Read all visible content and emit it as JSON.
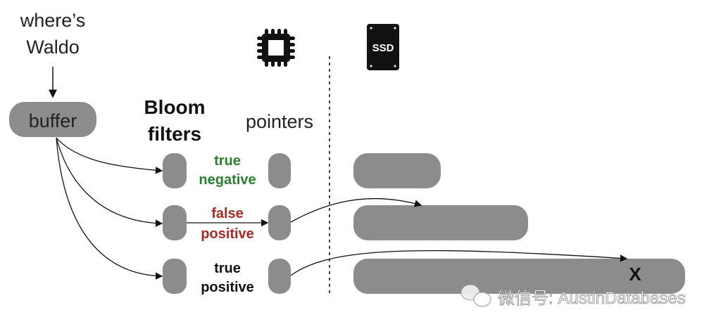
{
  "query": {
    "line1": "where’s",
    "line2": "Waldo"
  },
  "buffer_label": "buffer",
  "bloom_header": {
    "line1": "Bloom",
    "line2": "filters"
  },
  "pointers_header": "pointers",
  "ssd_icon_label": "SSD",
  "rows": [
    {
      "line1": "true",
      "line2": "negative",
      "color": "#2e7d32"
    },
    {
      "line1": "false",
      "line2": "positive",
      "color": "#a52a2a"
    },
    {
      "line1": "true",
      "line2": "positive",
      "color": "#111111"
    }
  ],
  "target_marker": "X",
  "watermark": "微信号: AustinDatabases",
  "colors": {
    "shape": "#8b8d8c",
    "text": "#222222"
  }
}
